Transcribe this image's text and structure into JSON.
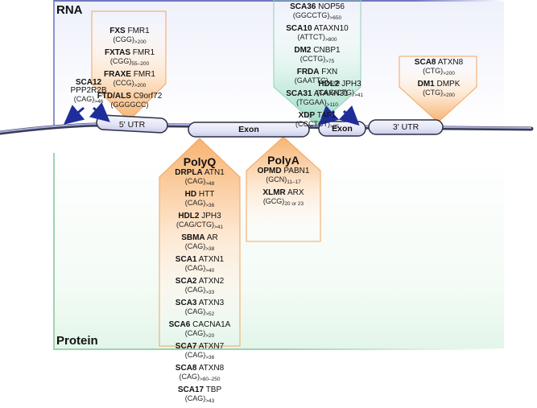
{
  "regions": {
    "top_label": "RNA",
    "bottom_label": "Protein"
  },
  "segments": {
    "utr5": "5′ UTR",
    "exon1": "Exon",
    "exon2": "Exon",
    "utr3": "3′ UTR"
  },
  "colors": {
    "rna_border": "#6f75c0",
    "protein_border": "#9fd3b3",
    "orange": "#f5a964",
    "teal": "#9fd9c4",
    "arrow_blue": "#1f2d9a"
  },
  "promoter_group": [
    {
      "disease": "SCA12",
      "gene": "PPP2R2B",
      "repeat": "(CAG)",
      "count": ">46"
    }
  ],
  "utr5_group": [
    {
      "disease": "FXS",
      "gene": "FMR1",
      "repeat": "(CGG)",
      "count": ">200"
    },
    {
      "disease": "FXTAS",
      "gene": "FMR1",
      "repeat": "(CGG)",
      "count": "55–200"
    },
    {
      "disease": "FRAXE",
      "gene": "FMR1",
      "repeat": "(CCG)",
      "count": ">200"
    },
    {
      "disease": "FTD/ALS",
      "gene": "C9orf72",
      "repeat": "(GGGGCC)",
      "count": ""
    }
  ],
  "intron_group": [
    {
      "disease": "SCA36",
      "gene": "NOP56",
      "repeat": "(GGCCTG)",
      "count": ">650"
    },
    {
      "disease": "SCA10",
      "gene": "ATAXN10",
      "repeat": "(ATTCT)",
      "count": ">800"
    },
    {
      "disease": "DM2",
      "gene": "CNBP1",
      "repeat": "(CCTG)",
      "count": ">75"
    },
    {
      "disease": "FRDA",
      "gene": "FXN",
      "repeat": "(GAATTC)",
      "count": ">200"
    },
    {
      "disease": "SCA31",
      "gene": "ATAXN31",
      "repeat": "(TGGAA)",
      "count": ">110"
    },
    {
      "disease": "XDP",
      "gene": "TAF1",
      "repeat": "(CCCTCT)",
      "count": ">35"
    }
  ],
  "exon2_group": [
    {
      "disease": "HDL2",
      "gene": "JPH3",
      "repeat": "(CAG/CTG)",
      "count": ">41"
    }
  ],
  "utr3_group": [
    {
      "disease": "SCA8",
      "gene": "ATXN8",
      "repeat": "(CTG)",
      "count": ">200"
    },
    {
      "disease": "DM1",
      "gene": "DMPK",
      "repeat": "(CTG)",
      "count": ">200"
    }
  ],
  "polyq": {
    "title": "PolyQ",
    "entries": [
      {
        "disease": "DRPLA",
        "gene": "ATN1",
        "repeat": "(CAG)",
        "count": ">48"
      },
      {
        "disease": "HD",
        "gene": "HTT",
        "repeat": "(CAG)",
        "count": ">36"
      },
      {
        "disease": "HDL2",
        "gene": "JPH3",
        "repeat": "(CAG/CTG)",
        "count": ">41"
      },
      {
        "disease": "SBMA",
        "gene": "AR",
        "repeat": "(CAG)",
        "count": ">38"
      },
      {
        "disease": "SCA1",
        "gene": "ATXN1",
        "repeat": "(CAG)",
        "count": ">40"
      },
      {
        "disease": "SCA2",
        "gene": "ATXN2",
        "repeat": "(CAG)",
        "count": ">33"
      },
      {
        "disease": "SCA3",
        "gene": "ATXN3",
        "repeat": "(CAG)",
        "count": ">52"
      },
      {
        "disease": "SCA6",
        "gene": "CACNA1A",
        "repeat": "(CAG)",
        "count": ">20"
      },
      {
        "disease": "SCA7",
        "gene": "ATXN7",
        "repeat": "(CAG)",
        "count": ">36"
      },
      {
        "disease": "SCA8",
        "gene": "ATXN8",
        "repeat": "(CAG)",
        "count": ">80–250"
      },
      {
        "disease": "SCA17",
        "gene": "TBP",
        "repeat": "(CAG)",
        "count": ">43"
      }
    ]
  },
  "polya": {
    "title": "PolyA",
    "entries": [
      {
        "disease": "OPMD",
        "gene": "PABN1",
        "repeat": "(GCN)",
        "count": "11–17"
      },
      {
        "disease": "XLMR",
        "gene": "ARX",
        "repeat": "(GCG)",
        "count": "20 or 23"
      }
    ]
  }
}
